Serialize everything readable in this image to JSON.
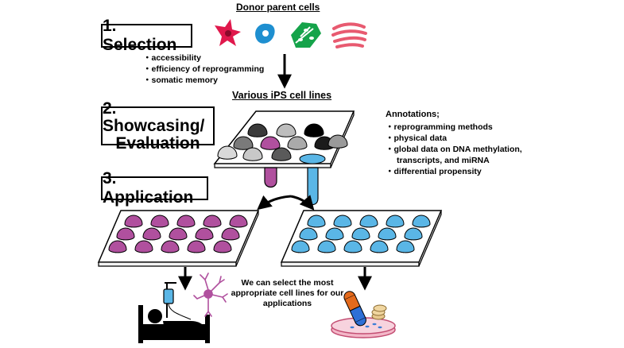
{
  "donor_title": "Donor parent cells",
  "steps": {
    "selection": "1. Selection",
    "showcasing_line1": "2. Showcasing/",
    "showcasing_line2": "Evaluation",
    "application": "3. Application"
  },
  "selection_criteria": [
    "accessibility",
    "efficiency of reprogramming",
    "somatic memory"
  ],
  "ips_title": "Various iPS cell lines",
  "annotations": {
    "title": "Annotations;",
    "items": [
      "reprogramming methods",
      "physical data",
      "global data on DNA methylation,",
      "transcripts, and miRNA",
      "differential propensity"
    ]
  },
  "select_note": [
    "We can select the most",
    "appropriate cell lines for our",
    "applications"
  ],
  "colors": {
    "red_cell": "#e0184c",
    "blue_cell": "#1e8fd0",
    "green_cell": "#15a34a",
    "pink_cell": "#e85a70",
    "magenta_colony": "#b0509e",
    "blue_colony": "#5ab6e6"
  },
  "icons": [
    "neuron-star-cell-icon",
    "blue-cell-icon",
    "green-cells-icon",
    "muscle-fiber-icon",
    "patient-bed-icon",
    "neuron-icon",
    "capsule-icon",
    "petri-dish-icon"
  ]
}
